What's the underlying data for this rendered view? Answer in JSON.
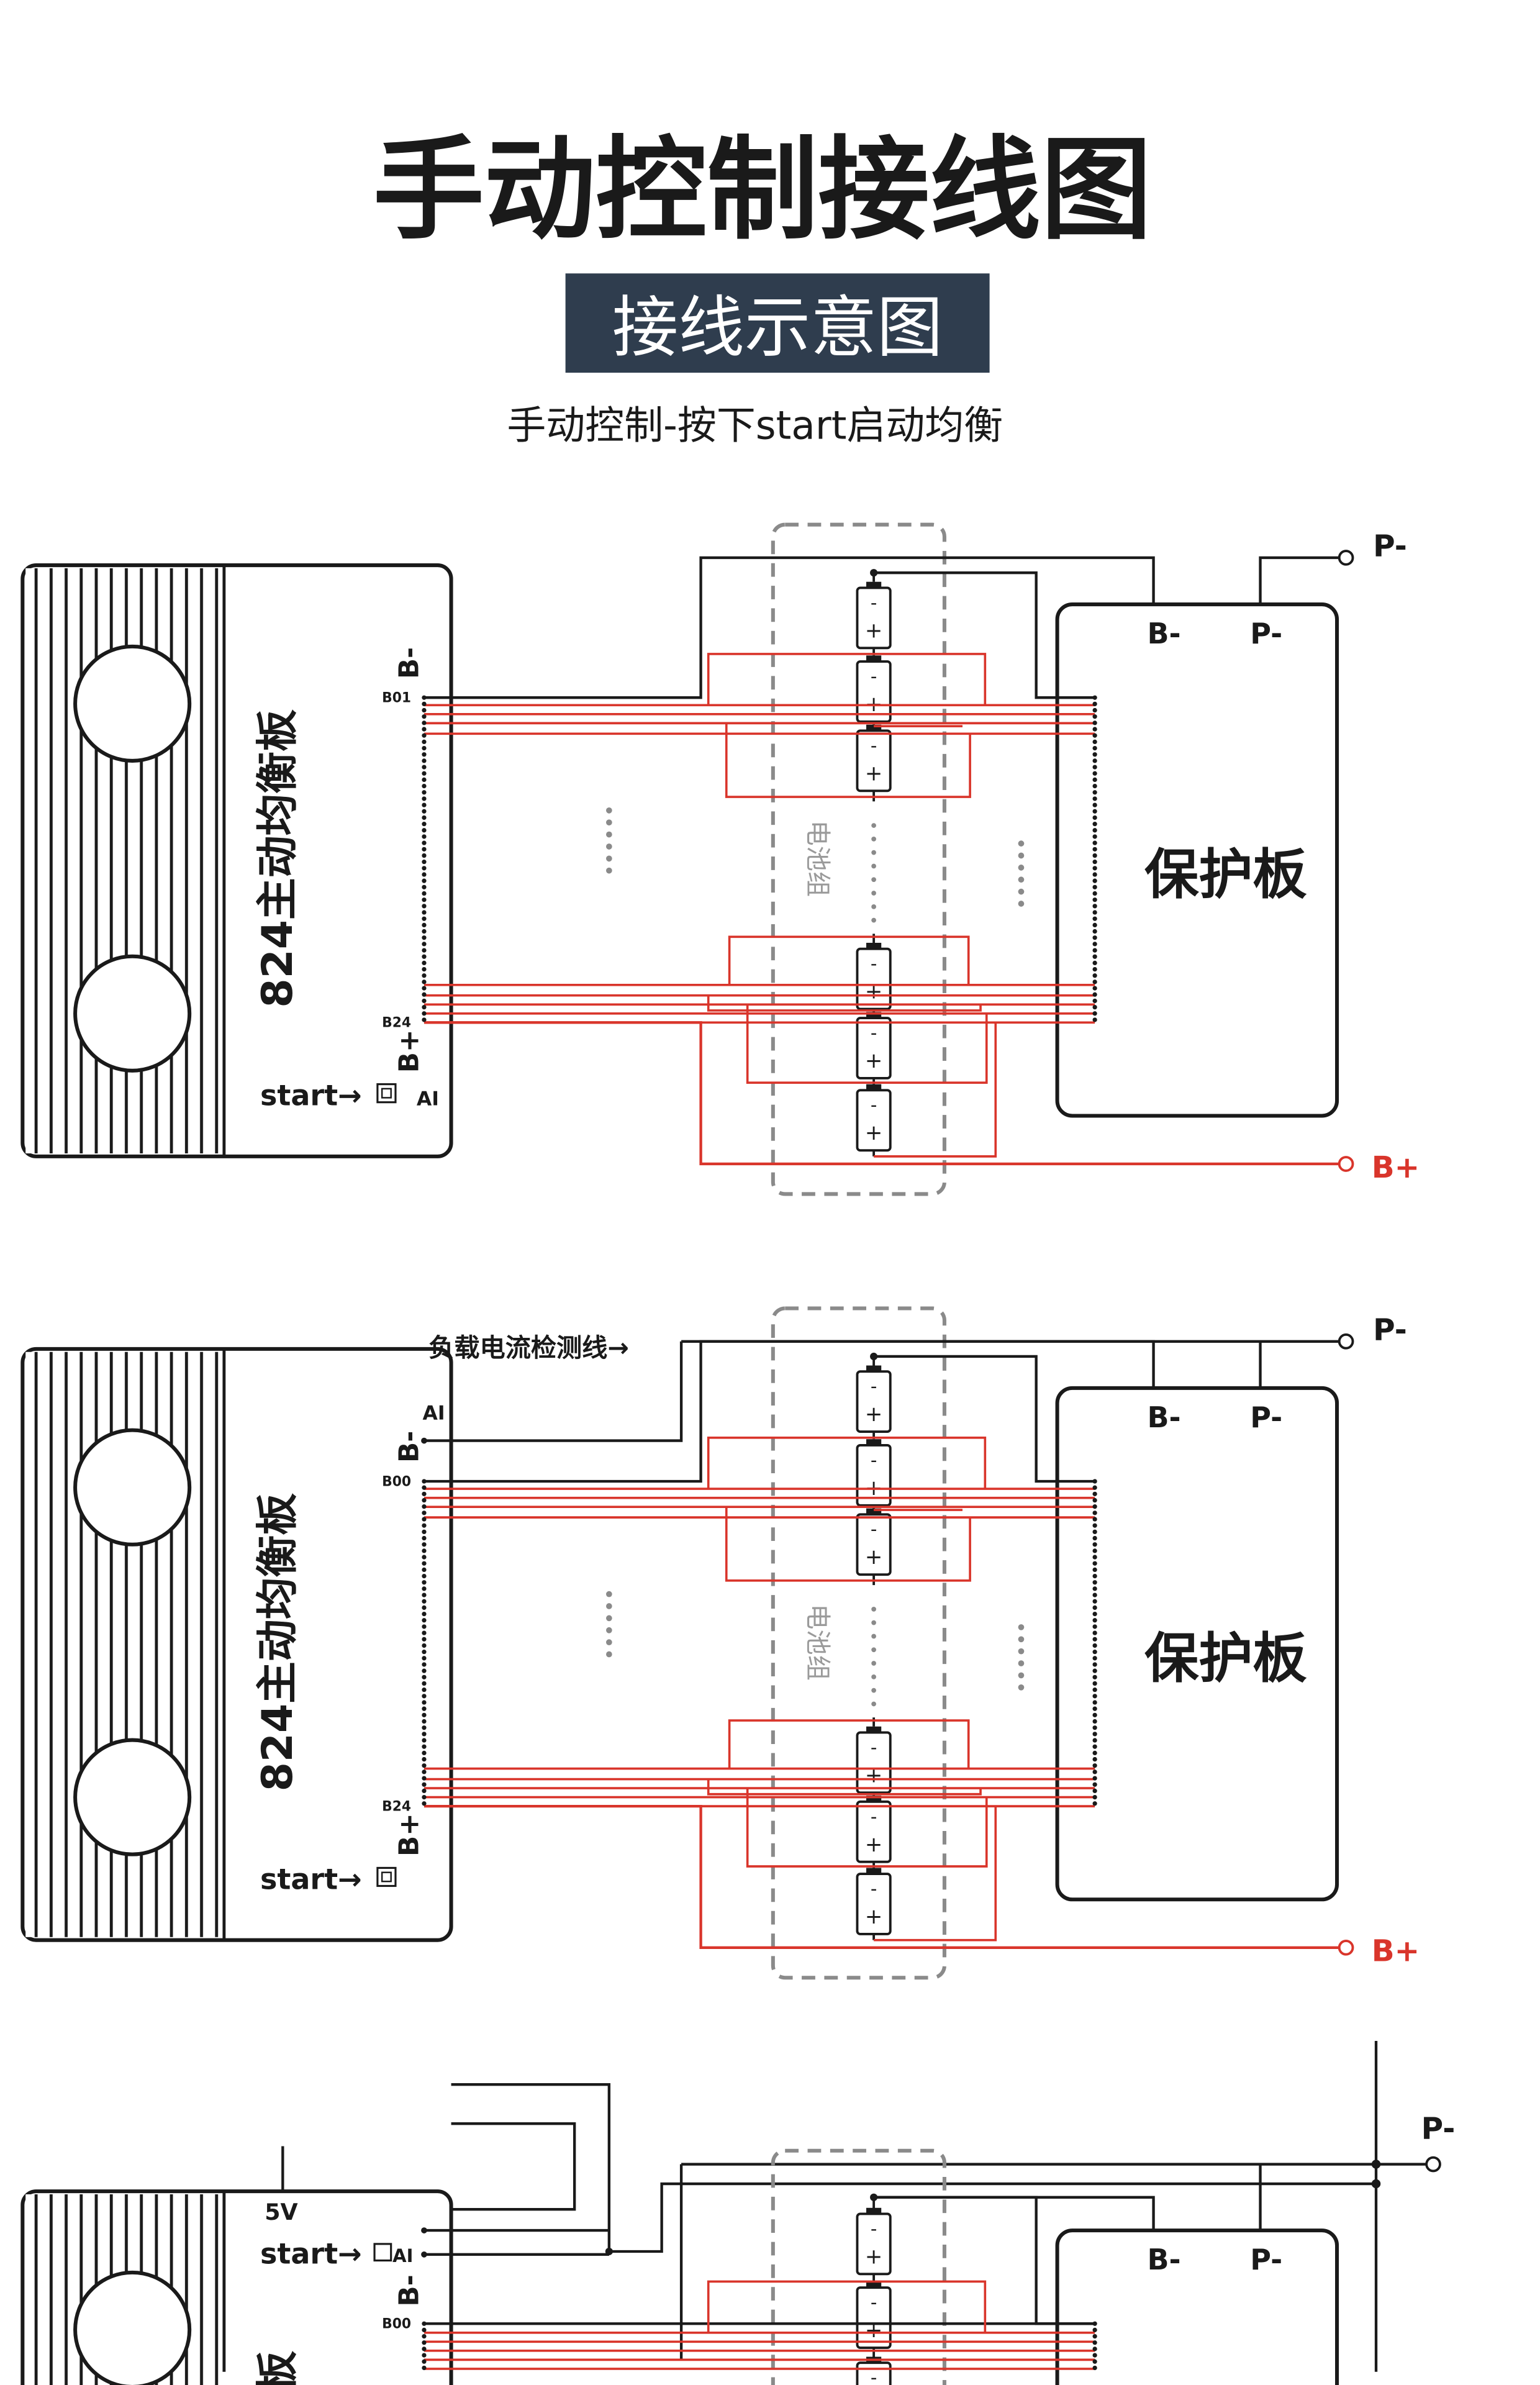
{
  "header": {
    "title": "手动控制接线图",
    "badge": "接线示意图",
    "subtitle": "手动控制-按下start启动均衡"
  },
  "colors": {
    "title": "#1a1a1a",
    "badge_bg": "#2f3d4e",
    "badge_text": "#ffffff",
    "wire_black": "#1a1a1a",
    "wire_red": "#d9352b",
    "dashed_box": "#8a8a8a",
    "bplus_label": "#d9352b"
  },
  "balancer": {
    "name": "824主动均衡板",
    "pin_b_minus": "B-",
    "pin_b_plus": "B+",
    "pin_first_d1": "B01",
    "pin_first_d2": "B00",
    "pin_last": "B24",
    "start_label": "start→",
    "ai_label": "AI",
    "v5_label": "5V"
  },
  "protection": {
    "name": "保护板",
    "pin_b_minus": "B-",
    "pin_p_minus": "P-"
  },
  "pack": {
    "name": "电池组",
    "cell_minus": "-",
    "cell_plus": "+",
    "ellipsis": "......"
  },
  "terminals": {
    "p_minus": "P-",
    "b_plus": "B+"
  },
  "load_line_label": "负载电流检测线→"
}
